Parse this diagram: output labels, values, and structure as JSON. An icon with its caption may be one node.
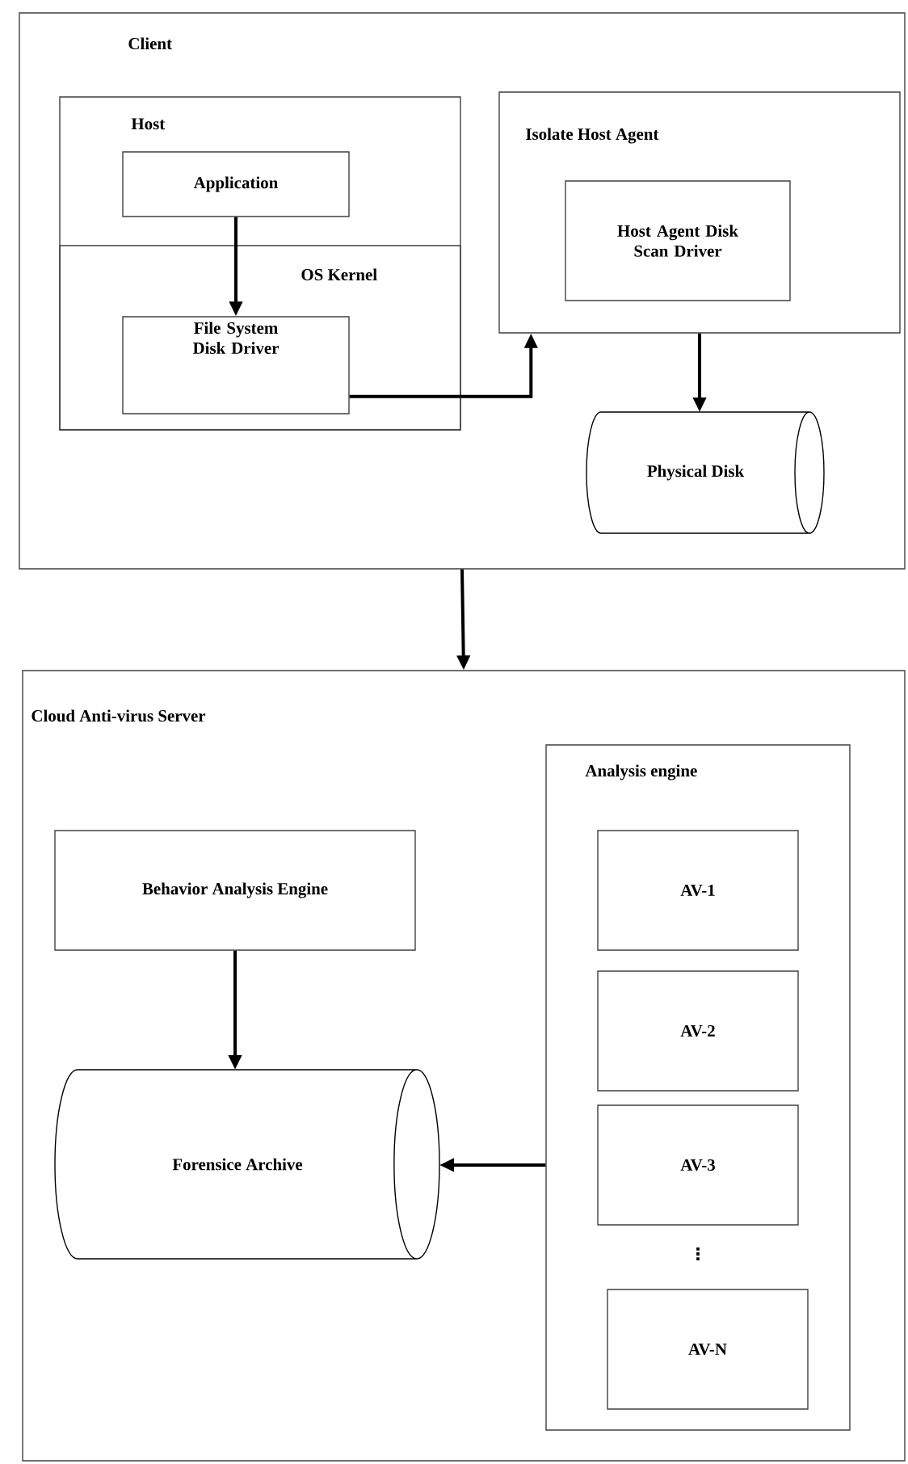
{
  "diagram": {
    "nodes": [
      {
        "text": [
          "Client"
        ]
      },
      {
        "text": [
          "Host"
        ],
        "in": 0
      },
      {
        "text": [
          "OS Kernel"
        ],
        "in": 1
      },
      {
        "text": [
          "Application"
        ],
        "in": 1
      },
      {
        "text": [
          "File System Disk Driver"
        ],
        "in": 2
      },
      {
        "text": [
          "Isolate Host Agent"
        ],
        "in": 0
      },
      {
        "text": [
          "Host Agent Disk Scan Driver"
        ],
        "in": 5
      },
      {
        "text": [
          "Physical Disk"
        ],
        "in": 0
      },
      {
        "text": [
          "Cloud Anti-virus Server"
        ]
      },
      {
        "text": [
          "Analysis engine"
        ],
        "in": 8
      },
      {
        "text": [
          "AV-1"
        ],
        "in": 9
      },
      {
        "text": [
          "AV-2"
        ],
        "in": 9
      },
      {
        "text": [
          "AV-3"
        ],
        "in": 9
      },
      {
        "text": [
          "AV-N"
        ],
        "in": 9
      },
      {
        "text": [
          "Behavior Analysis Engine"
        ],
        "in": 8
      },
      {
        "text": [
          "Forensice Archive"
        ],
        "in": 8
      }
    ],
    "edges": [
      {
        "from": 3,
        "to": 4,
        "arrow": "to"
      },
      {
        "from": 4,
        "to": 5,
        "arrow": "to"
      },
      {
        "from": 5,
        "to": 7,
        "arrow": "to"
      },
      {
        "from": 0,
        "to": 8,
        "arrow": "to"
      },
      {
        "from": 14,
        "to": 15,
        "arrow": "to"
      },
      {
        "from": 9,
        "to": 15,
        "arrow": "to"
      }
    ],
    "labels": [
      "⋮"
    ]
  }
}
